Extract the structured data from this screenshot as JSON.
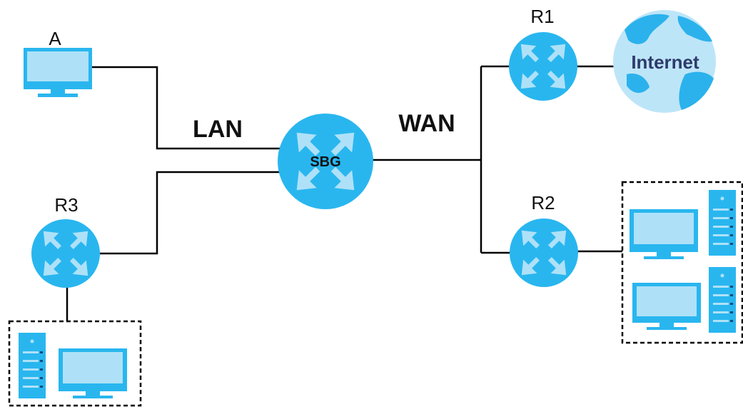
{
  "labels": {
    "host_a": "A",
    "lan": "LAN",
    "wan": "WAN",
    "r1": "R1",
    "r2": "R2",
    "r3": "R3",
    "sbg": "SBG",
    "internet": "Internet"
  },
  "colors": {
    "device_blue": "#29b6ef",
    "screen_light": "#aee1f8",
    "globe_fill": "#bde5f8",
    "globe_land": "#2bb2ec",
    "line": "#000000"
  },
  "icons": {
    "router": "router-icon",
    "pc": "pc-monitor-icon",
    "server": "server-tower-icon",
    "globe": "internet-globe-icon"
  }
}
